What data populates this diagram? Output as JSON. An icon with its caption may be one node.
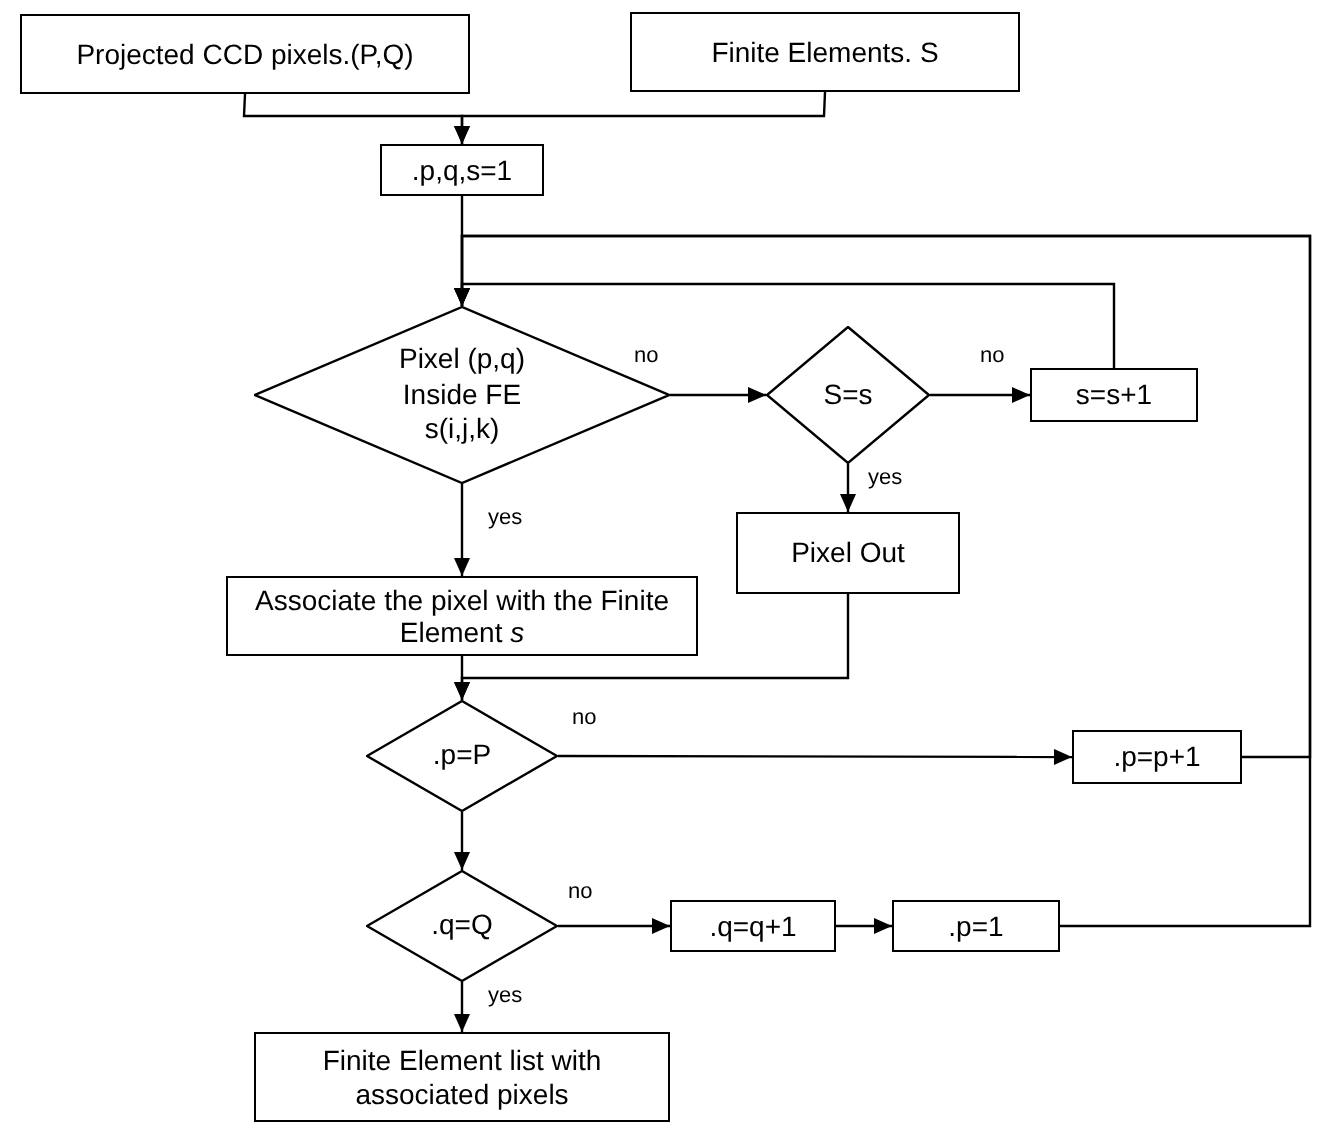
{
  "diagram": {
    "nodes": [
      {
        "text": [
          "Projected CCD pixels.(P,Q)"
        ]
      },
      {
        "text": [
          "Finite Elements. S"
        ]
      },
      {
        "text": [
          ".p,q,s=1"
        ]
      },
      {
        "text": [
          "Pixel (p,q) Inside FE s(i,j,k)"
        ]
      },
      {
        "text": [
          "S=s"
        ]
      },
      {
        "text": [
          "s=s+1"
        ]
      },
      {
        "text": [
          "Pixel Out"
        ]
      },
      {
        "text": [
          "Associate the pixel with the Finite Element *s*"
        ]
      },
      {
        "text": [
          ".p=P"
        ]
      },
      {
        "text": [
          ".p=p+1"
        ]
      },
      {
        "text": [
          ".q=Q"
        ]
      },
      {
        "text": [
          ".q=q+1"
        ]
      },
      {
        "text": [
          ".p=1"
        ]
      },
      {
        "text": [
          "Finite Element list with associated pixels"
        ]
      }
    ],
    "edges": [
      {
        "from": 0,
        "to": 2,
        "arrow": "to"
      },
      {
        "from": 1,
        "to": 2,
        "arrow": "to"
      },
      {
        "from": 2,
        "to": 3,
        "arrow": "to"
      },
      {
        "from": 3,
        "to": 4,
        "arrow": "to",
        "label": "no"
      },
      {
        "from": 4,
        "to": 5,
        "arrow": "to",
        "label": "no"
      },
      {
        "from": 5,
        "to": 3,
        "arrow": "to"
      },
      {
        "from": 4,
        "to": 6,
        "arrow": "to",
        "label": "yes"
      },
      {
        "from": 3,
        "to": 7,
        "arrow": "to",
        "label": "yes"
      },
      {
        "from": 6,
        "to": 8,
        "arrow": "to"
      },
      {
        "from": 7,
        "to": 8,
        "arrow": "to"
      },
      {
        "from": 8,
        "to": 9,
        "arrow": "to",
        "label": "no"
      },
      {
        "from": 9,
        "to": 3,
        "arrow": "to"
      },
      {
        "from": 8,
        "to": 10,
        "arrow": "to"
      },
      {
        "from": 10,
        "to": 11,
        "arrow": "to",
        "label": "no"
      },
      {
        "from": 11,
        "to": 12,
        "arrow": "to"
      },
      {
        "from": 12,
        "to": 3,
        "arrow": "to"
      },
      {
        "from": 10,
        "to": 13,
        "arrow": "to",
        "label": "yes"
      }
    ]
  }
}
